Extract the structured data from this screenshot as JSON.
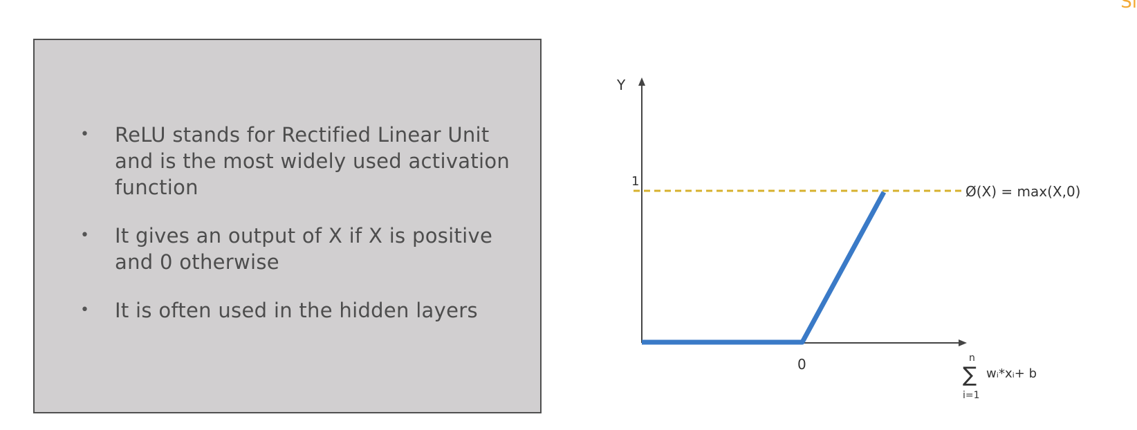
{
  "corner_text": "Si",
  "bullets": [
    "ReLU stands for Rectified Linear Unit and is the most widely used activation function",
    "It gives an output of X if X is positive and 0 otherwise",
    "It is often used in the hidden layers"
  ],
  "bullet_symbol": "•",
  "diagram": {
    "y_axis_label": "Y",
    "y_tick_label": "1",
    "origin_label": "0",
    "function_label": "Ø(X) = max(X,0)",
    "x_axis_sum_upper": "n",
    "x_axis_sum_symbol": "∑",
    "x_axis_sum_lower": "i=1",
    "x_axis_expression": "wᵢ*xᵢ+ b"
  },
  "colors": {
    "relu_line": "#3a7ac7",
    "threshold_line": "#d7b12e",
    "panel_bg": "#d1cfd0",
    "corner_accent": "#f3a935"
  }
}
